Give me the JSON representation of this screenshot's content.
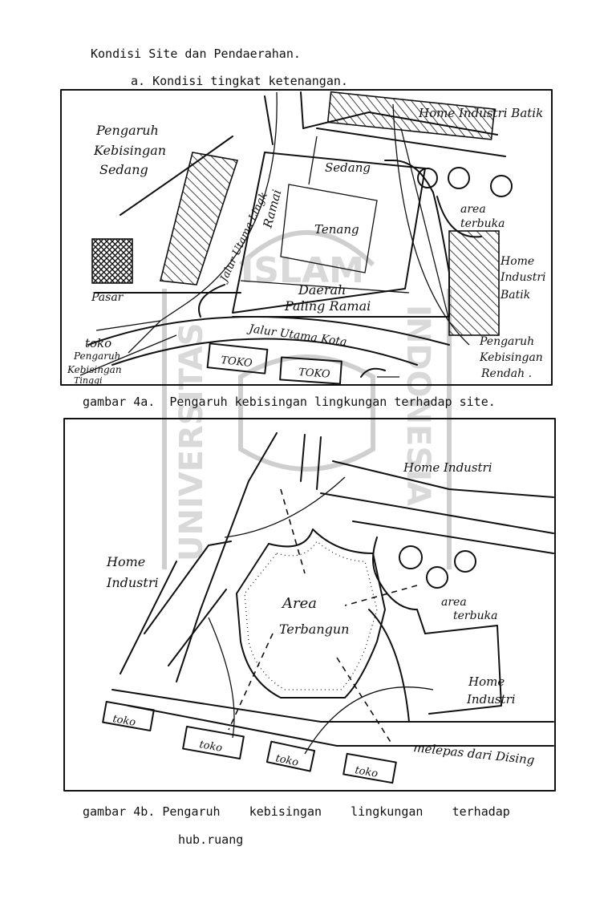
{
  "heading": "Kondisi Site dan Pendaerahan.",
  "subheading": "a. Kondisi tingkat ketenangan.",
  "figure_a": {
    "caption": "gambar 4a.  Pengaruh kebisingan lingkungan terhadap site.",
    "labels": {
      "pengaruh_sedang_1": "Pengaruh",
      "pengaruh_sedang_2": "Kebisingan",
      "pengaruh_sedang_3": "Sedang",
      "home_industri_batik_top": "Home Industri Batik",
      "sedang": "Sedang",
      "tenang": "Tenang",
      "ramai": "Ramai",
      "jalur_utama_lingk": "Jalur Utama Lingk",
      "daerah": "Daerah",
      "paling_ramai": "Paling Ramai",
      "area": "area",
      "terbuka": "terbuka",
      "home_right_1": "Home",
      "home_right_2": "Industri",
      "home_right_3": "Batik",
      "pasar": "Pasar",
      "toko": "toko",
      "pengaruh_tinggi_1": "Pengaruh",
      "pengaruh_tinggi_2": "Kebisingan",
      "pengaruh_tinggi_3": "Tinggi",
      "jalur_utama_kota": "Jalur Utama Kota",
      "toko_box_1": "TOKO",
      "toko_box_2": "TOKO",
      "pengaruh_rendah_1": "Pengaruh",
      "pengaruh_rendah_2": "Kebisingan",
      "pengaruh_rendah_3": "Rendah ."
    }
  },
  "figure_b": {
    "caption_line1": "gambar 4b. Pengaruh    kebisingan    lingkungan    terhadap",
    "caption_line2": "hub.ruang",
    "labels": {
      "home_industri_top": "Home Industri",
      "home_left_1": "Home",
      "home_left_2": "Industri",
      "area": "Area",
      "terbangun": "Terbangun",
      "area_terbuka_1": "area",
      "area_terbuka_2": "terbuka",
      "home_right_1": "Home",
      "home_right_2": "Industri",
      "toko_1": "toko",
      "toko_2": "toko",
      "toko_3": "toko",
      "toko_4": "toko",
      "melepas": "melepas dari Dising"
    }
  },
  "watermark": {
    "top": "ISLAM",
    "left": "UNIVERSITAS",
    "right": "INDONESIA"
  }
}
